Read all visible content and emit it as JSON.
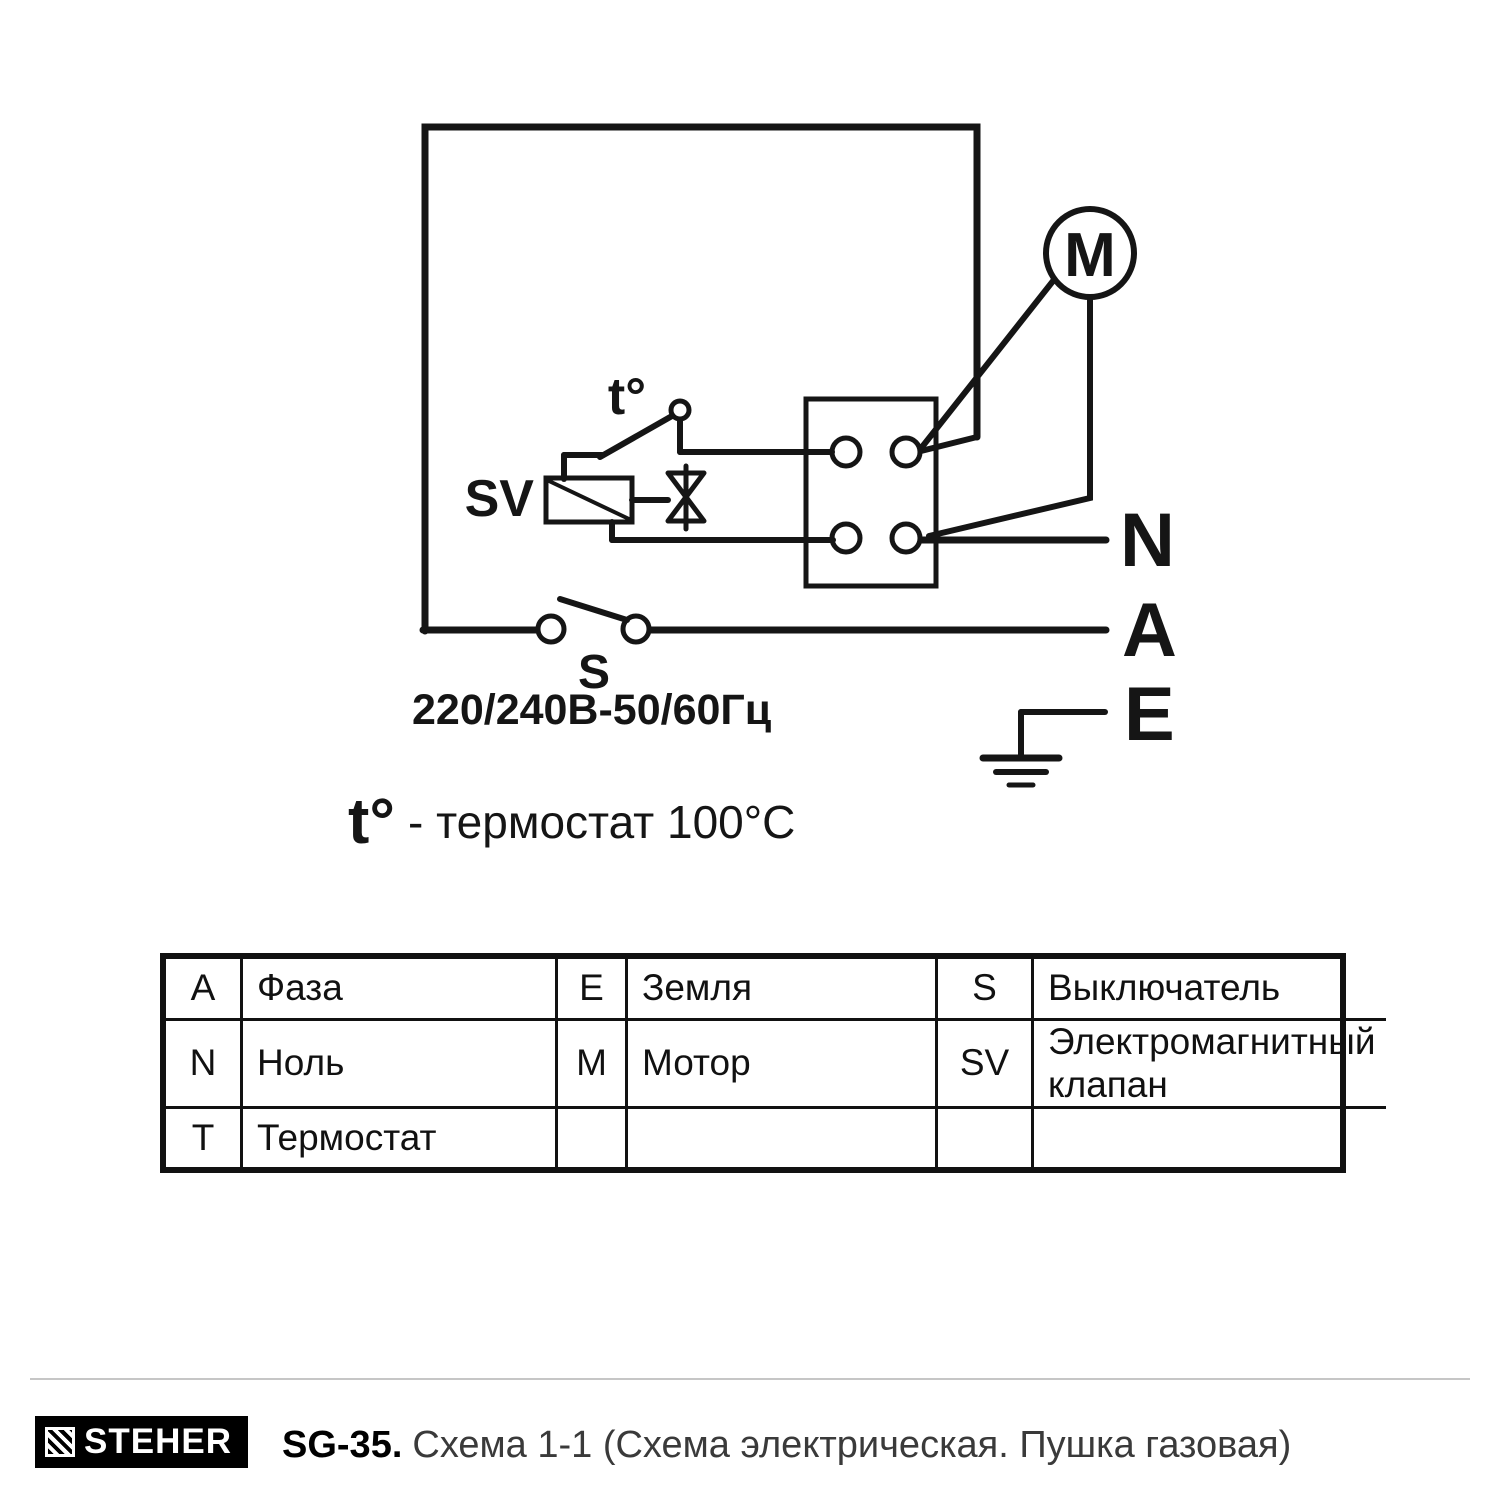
{
  "diagram": {
    "motor_label": "M",
    "thermostat_label": "t°",
    "sv_label": "SV",
    "switch_label": "S",
    "voltage_label": "220/240В-50/60Гц",
    "phase_label": "A",
    "neutral_label": "N",
    "earth_label": "E",
    "note_t": "t°",
    "note_text": "- термостат 100°C"
  },
  "legend_table": {
    "rows": [
      {
        "c0": "A",
        "c1": "Фаза",
        "c2": "E",
        "c3": "Земля",
        "c4": "S",
        "c5": "Выключатель"
      },
      {
        "c0": "N",
        "c1": "Ноль",
        "c2": "M",
        "c3": "Мотор",
        "c4": "SV",
        "c5": "Электромагнитный клапан"
      },
      {
        "c0": "T",
        "c1": "Термостат",
        "c2": "",
        "c3": "",
        "c4": "",
        "c5": ""
      }
    ]
  },
  "footer": {
    "brand": "STEHER",
    "model": "SG-35.",
    "caption": "Схема 1-1 (Схема электрическая. Пушка газовая)"
  }
}
